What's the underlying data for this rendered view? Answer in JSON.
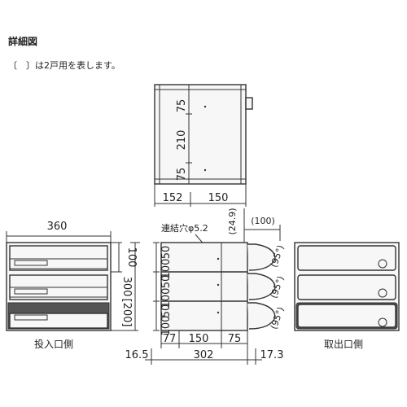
{
  "header": {
    "title": "詳細図",
    "note": "〔　〕は2戸用を表します。"
  },
  "top_view": {
    "dims": [
      "75",
      "210",
      "75"
    ],
    "widths": [
      "152",
      "150"
    ]
  },
  "front_view": {
    "width": "360",
    "height_unit": "100",
    "height_total": "300",
    "height_alt": "[200]",
    "caption": "投入口側"
  },
  "side_view": {
    "hole_label": "連結穴φ5.2",
    "top_offset": "(24.9)",
    "depth_label": "(100)",
    "left_dims": [
      "50",
      "100",
      "50",
      "100",
      "50",
      "100"
    ],
    "angle_labels": [
      "(95°)",
      "(95°)",
      "(95°)"
    ],
    "bottom_dims": [
      "77",
      "150",
      "75"
    ],
    "overall": {
      "left": "16.5",
      "center": "302",
      "right": "17.3"
    }
  },
  "rear_view": {
    "caption": "取出口側"
  }
}
